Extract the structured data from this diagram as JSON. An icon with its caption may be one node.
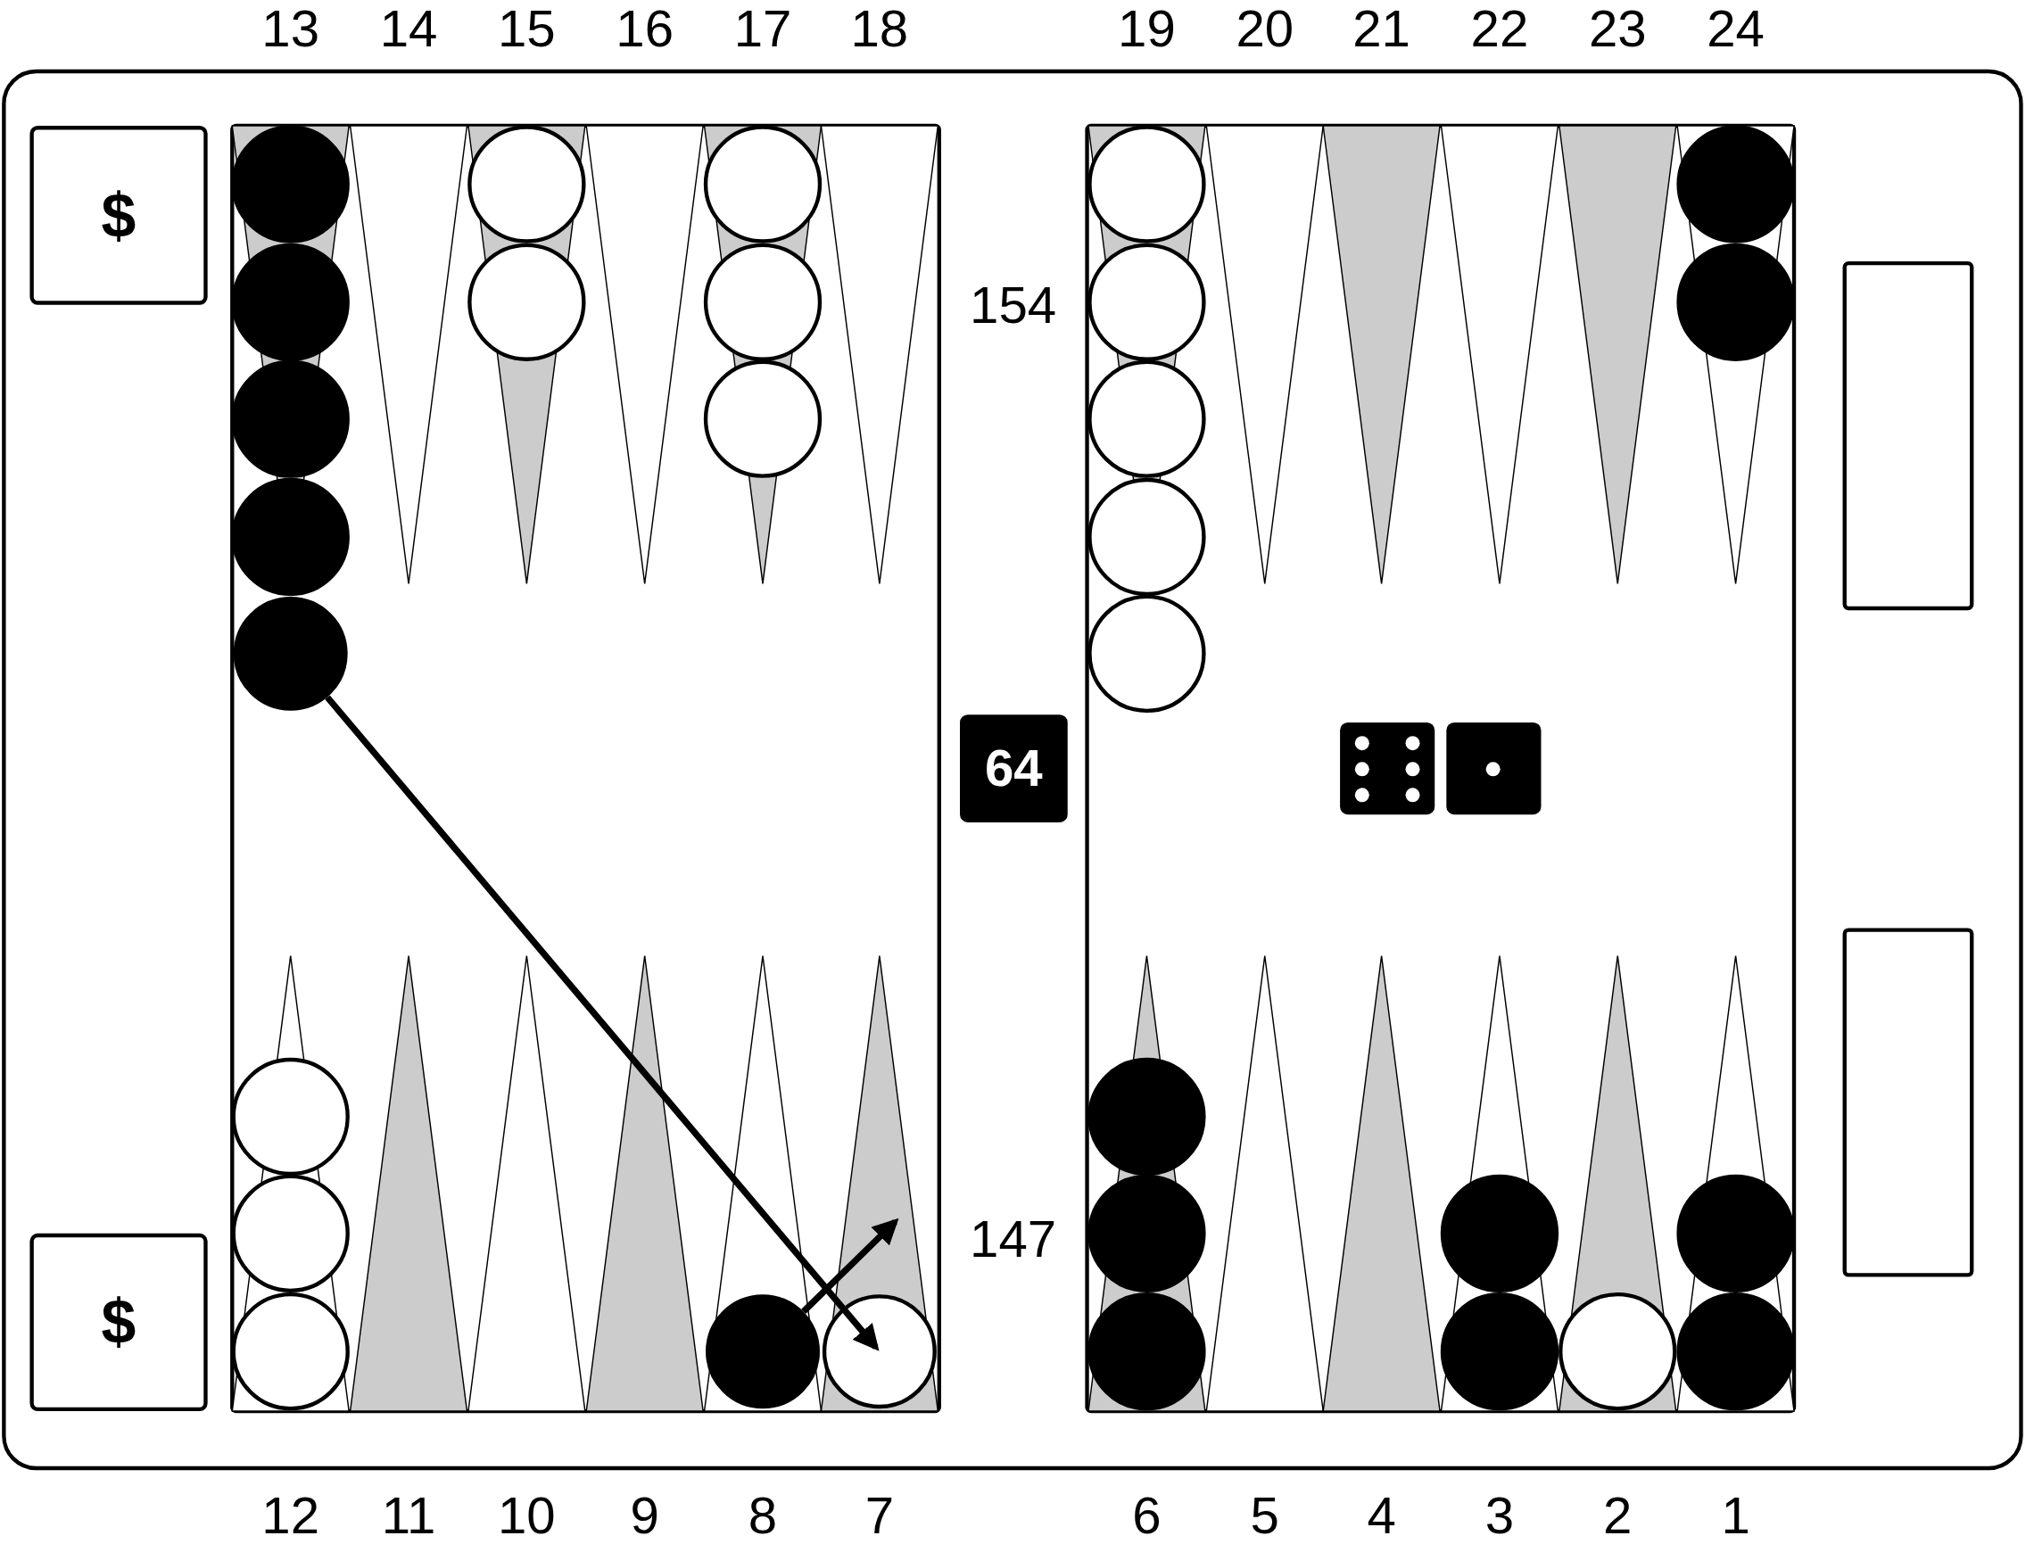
{
  "diagram": {
    "nodes": [
      {
        "text": [
          "$"
        ]
      },
      {
        "text": [
          "$"
        ]
      },
      {
        "text": [
          "64"
        ]
      },
      {
        "text": [],
        "shape": "circle"
      },
      {
        "text": [],
        "shape": "circle"
      },
      {
        "text": [],
        "shape": "circle"
      }
    ],
    "edges": [
      {
        "from": 3,
        "to": 4,
        "arrow": "to"
      },
      {
        "from": 5,
        "to": null,
        "arrow": "to"
      }
    ],
    "labels": [
      "13",
      "14",
      "15",
      "16",
      "17",
      "18",
      "19",
      "20",
      "21",
      "22",
      "23",
      "24",
      "154",
      "147",
      "12",
      "11",
      "10",
      "9",
      "8",
      "7",
      "6",
      "5",
      "4",
      "3",
      "2",
      "1"
    ]
  }
}
